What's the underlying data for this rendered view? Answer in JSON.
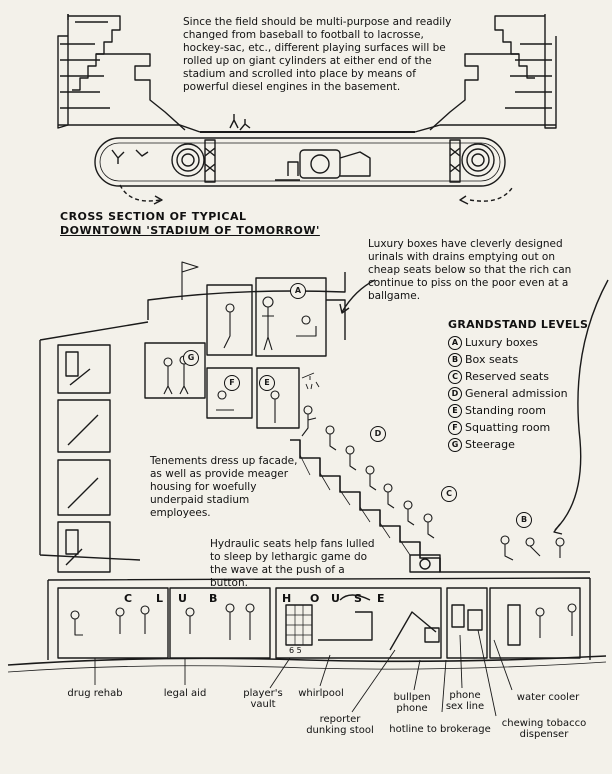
{
  "top_note": "Since the field should be multi-purpose and readily changed from baseball to football to lacrosse, hockey-sac, etc., different playing surfaces will be rolled up on giant cylinders at either end of the stadium and scrolled into place by means of powerful diesel engines in the basement.",
  "cross_section_title_line1": "CROSS SECTION OF TYPICAL",
  "cross_section_title_line2": "DOWNTOWN 'STADIUM OF TOMORROW'",
  "luxury_note": "Luxury boxes have cleverly designed urinals with drains emptying out on cheap seats below so that the rich can continue to piss on the poor even at a ballgame.",
  "tenement_note": "Tenements dress up facade, as well as provide meager housing for woefully underpaid stadium employees.",
  "hydraulic_note": "Hydraulic seats help fans lulled to sleep by lethargic game do the wave at the push of a button.",
  "levels_heading": "GRANDSTAND LEVELS",
  "levels": [
    {
      "key": "A",
      "label": "Luxury boxes"
    },
    {
      "key": "B",
      "label": "Box seats"
    },
    {
      "key": "C",
      "label": "Reserved seats"
    },
    {
      "key": "D",
      "label": "General admission"
    },
    {
      "key": "E",
      "label": "Standing room"
    },
    {
      "key": "F",
      "label": "Squatting room"
    },
    {
      "key": "G",
      "label": "Steerage"
    }
  ],
  "clubhouse_letters": [
    "C",
    "L",
    "U",
    "B",
    "H",
    "O",
    "U",
    "S",
    "E"
  ],
  "vault_code": "6 5",
  "labels": {
    "drug_rehab": "drug rehab",
    "legal_aid": "legal aid",
    "players_vault_1": "player's",
    "players_vault_2": "vault",
    "whirlpool": "whirlpool",
    "reporter_1": "reporter",
    "reporter_2": "dunking stool",
    "bullpen_1": "bullpen",
    "bullpen_2": "phone",
    "phone_sex_1": "phone",
    "phone_sex_2": "sex line",
    "hotline": "hotline to brokerage",
    "water_cooler": "water cooler",
    "tobacco_1": "chewing tobacco",
    "tobacco_2": "dispenser"
  }
}
